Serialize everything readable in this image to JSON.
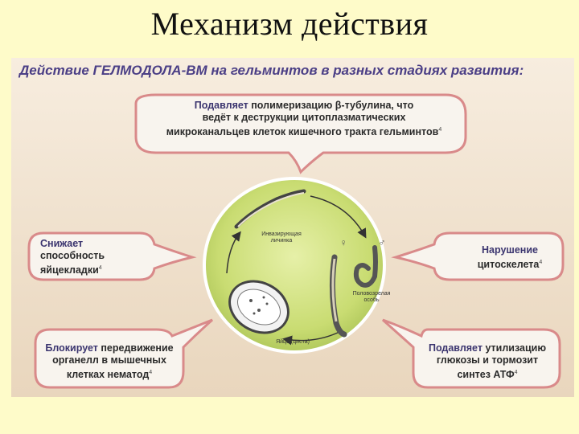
{
  "slide": {
    "title": "Механизм  действия"
  },
  "panel": {
    "heading": "Действие ГЕЛМОДОЛА-ВМ на гельминтов в разных стадиях развития:"
  },
  "callouts": {
    "top": {
      "bold": "Подавляет",
      "line1": " полимеризацию β-тубулина, что",
      "line2": "ведёт к деструкции цитоплазматических",
      "line3": "микроканальцев клеток кишечного тракта гельминтов",
      "ref": "4"
    },
    "left_mid": {
      "bold": "Снижает",
      "line2": "способность",
      "line3": "яйцекладки",
      "ref": "4"
    },
    "right_mid": {
      "bold": "Нарушение",
      "line2": "цитоскелета",
      "ref": "4"
    },
    "left_bottom": {
      "bold": "Блокирует",
      "line1": " передвижение",
      "line2": "органелл в мышечных",
      "line3": "клетках нематод",
      "ref": "4"
    },
    "right_bottom": {
      "bold": "Подавляет",
      "line1": " утилизацию",
      "line2": "глюкозы и тормозит",
      "line3": "синтез АТФ",
      "ref": "4"
    }
  },
  "cycle": {
    "larva_line1": "Инвазирующая",
    "larva_line2": "личинка",
    "adult_line1": "Половозрелая",
    "adult_line2": "особь",
    "egg": "Яйцо (циста)",
    "female_symbol": "♀",
    "male_symbol": "♂"
  },
  "colors": {
    "accent_heading": "#4b3f86",
    "circle_fill": "#cfe07a",
    "bubble_fill": "#f8f4ee",
    "bubble_stroke": "#d98a8a",
    "arrow_fill": "#b04040"
  }
}
